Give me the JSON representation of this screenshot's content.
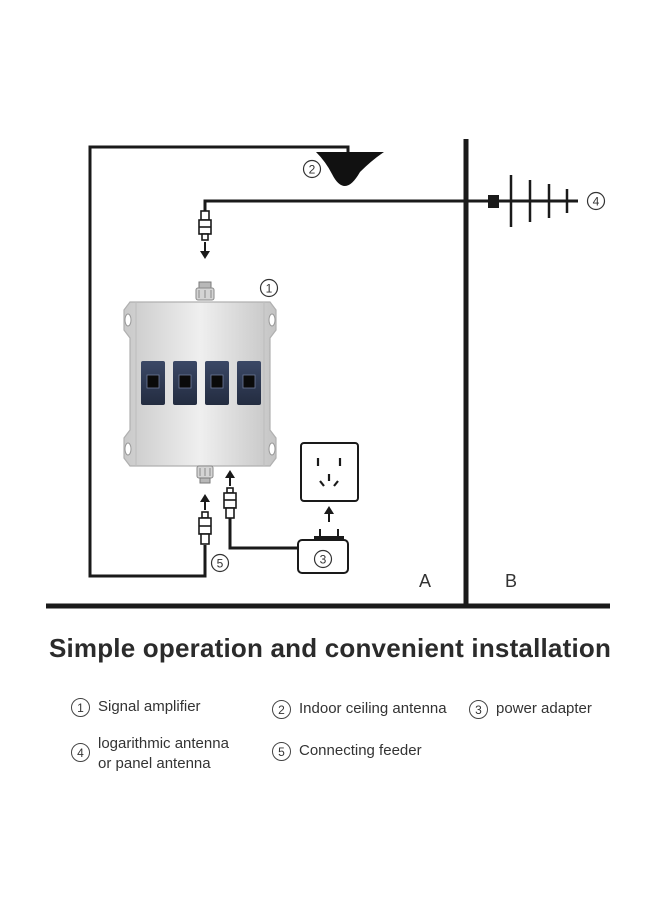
{
  "diagram": {
    "callouts": {
      "amplifier": "1",
      "ceiling_antenna": "2",
      "power_adapter": "3",
      "outdoor_antenna": "4",
      "feeder": "5"
    },
    "zones": {
      "indoor": "A",
      "outdoor": "B"
    },
    "colors": {
      "line": "#1a1a1a",
      "booster_body": "#dcdcdc",
      "port": "#2f3b56"
    }
  },
  "title": "Simple operation and convenient installation",
  "legend": [
    {
      "num": "1",
      "text": "Signal amplifier"
    },
    {
      "num": "2",
      "text": "Indoor ceiling antenna"
    },
    {
      "num": "3",
      "text": "power adapter"
    },
    {
      "num": "4",
      "text": "logarithmic antenna\nor panel antenna"
    },
    {
      "num": "5",
      "text": "Connecting feeder"
    }
  ]
}
